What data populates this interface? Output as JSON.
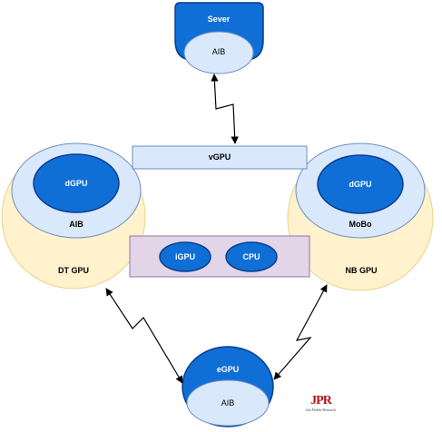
{
  "nodes": {
    "sever": {
      "label": "Sever",
      "inner_label": "AIB"
    },
    "vgpu": {
      "label": "vGPU"
    },
    "dt_gpu": {
      "label": "DT GPU",
      "ring_label": "AIB",
      "core_label": "dGPU"
    },
    "nb_gpu": {
      "label": "NB GPU",
      "ring_label": "MoBo",
      "core_label": "dGPU"
    },
    "soc": {
      "igpu_label": "iGPU",
      "cpu_label": "CPU"
    },
    "egpu": {
      "label": "eGPU",
      "inner_label": "AIB"
    }
  },
  "logo": {
    "main": "JPR",
    "sub": "Jon Peddie Research"
  },
  "colors": {
    "blue": "#0f6fd6",
    "dark_blue": "#0a3d8f",
    "light_blue": "#dae8fc",
    "light_blue_border": "#6c8ebf",
    "cream": "#fff2cc",
    "cream_border": "#d6b656",
    "purple": "#e1d5e7",
    "purple_border": "#9673a6",
    "logo_red": "#b3121b"
  }
}
